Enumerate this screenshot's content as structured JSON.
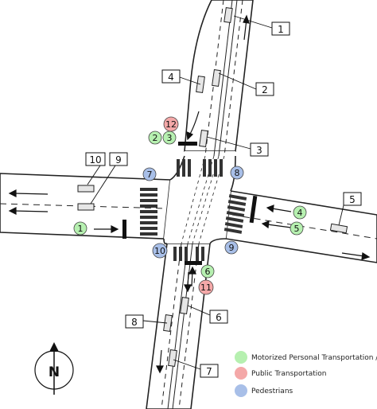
{
  "labels": {
    "box1": "1",
    "box2": "2",
    "box3": "3",
    "box4": "4",
    "box5": "5",
    "box6": "6",
    "box7": "7",
    "box8": "8",
    "box9": "9",
    "box10": "10"
  },
  "markers": {
    "c1": "1",
    "c2": "2",
    "c3": "3",
    "c4": "4",
    "c5": "5",
    "c6": "6",
    "c7": "7",
    "c8": "8",
    "c9": "9",
    "c10": "10",
    "c11": "11",
    "c12": "12"
  },
  "legend": {
    "motorized": "Motorized Personal Transportation / Bike",
    "public": "Public Transportation",
    "pedestrians": "Pedestrians"
  },
  "compass": {
    "north": "N"
  },
  "colors": {
    "motorized": "#b6f0b0",
    "public": "#f4a8a8",
    "pedestrians": "#a8bfe8"
  }
}
